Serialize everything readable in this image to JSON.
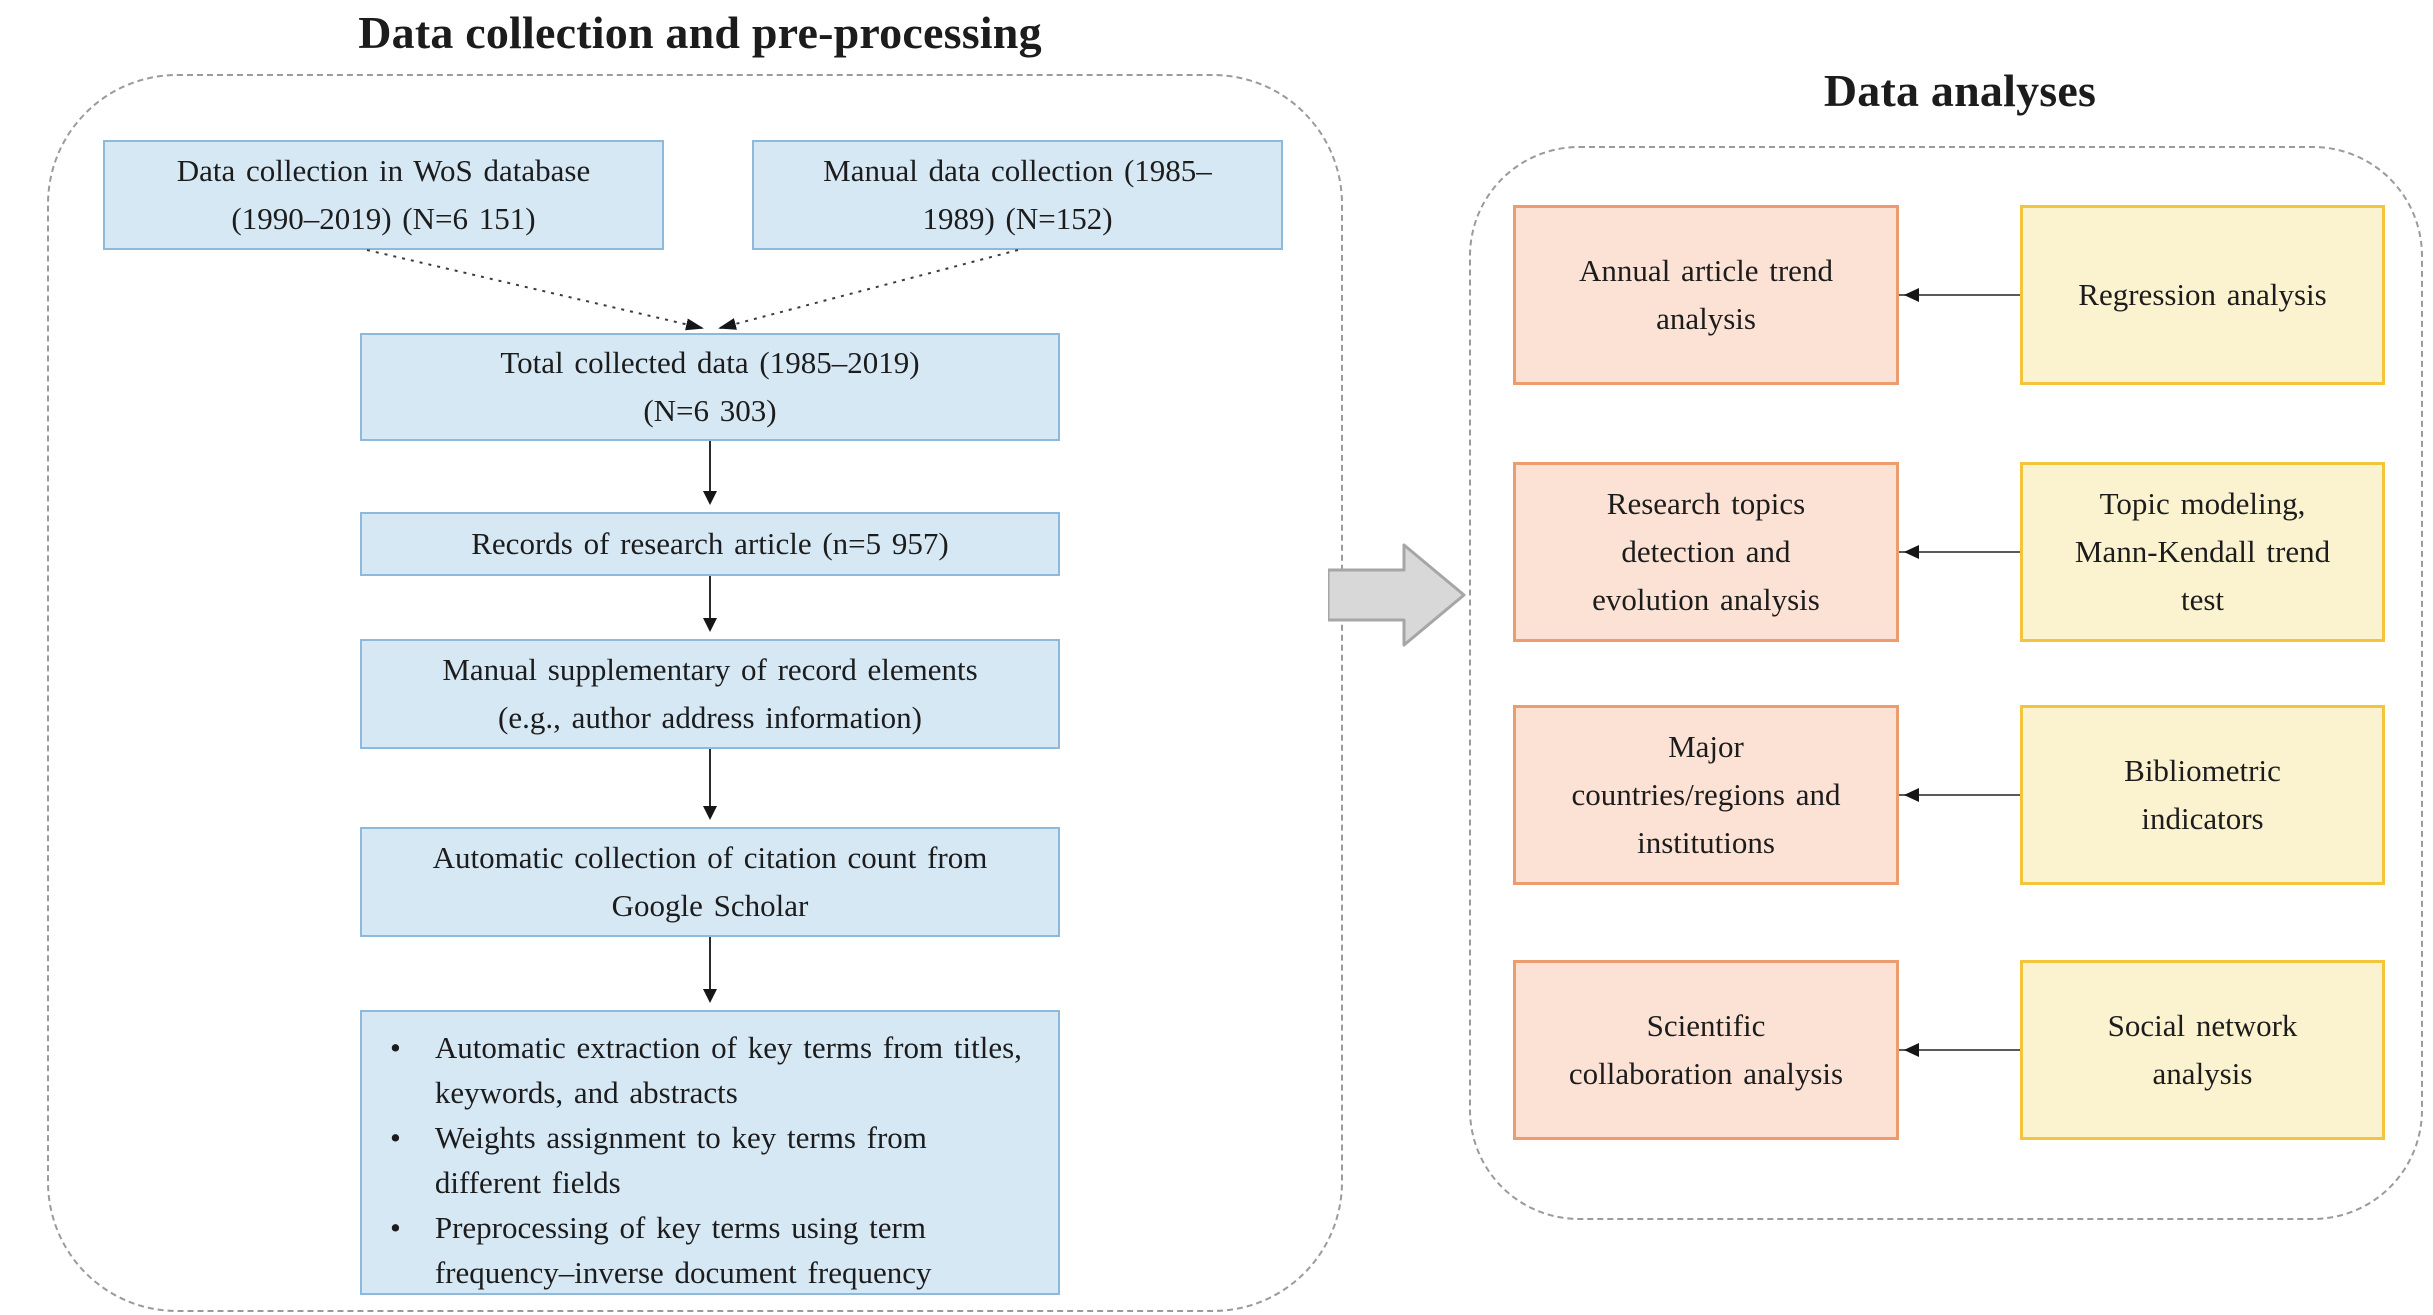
{
  "left_panel": {
    "title": "Data collection and pre-processing",
    "boxes": {
      "wos": {
        "lines": "Data collection in WoS database\n(1990–2019) (N=6 151)"
      },
      "manual": {
        "lines": "Manual data collection (1985–\n1989) (N=152)"
      },
      "total": {
        "lines": "Total collected data (1985–2019)\n(N=6 303)"
      },
      "records": {
        "lines": "Records of research article (n=5 957)"
      },
      "supplementary": {
        "lines": "Manual supplementary of record elements\n(e.g., author address information)"
      },
      "citation": {
        "lines": "Automatic collection of citation count from\nGoogle Scholar"
      },
      "key_terms": {
        "bullet_glyph": "•",
        "items": [
          "Automatic extraction of key terms from titles, keywords, and abstracts",
          "Weights assignment to key terms from different fields",
          "Preprocessing of key terms using term frequency–inverse document frequency"
        ]
      }
    }
  },
  "right_panel": {
    "title": "Data analyses",
    "rows": [
      {
        "analysis": {
          "lines": "Annual article trend\nanalysis"
        },
        "method": {
          "lines": "Regression analysis"
        }
      },
      {
        "analysis": {
          "lines": "Research topics\ndetection and\nevolution analysis"
        },
        "method": {
          "lines": "Topic modeling,\nMann-Kendall trend\ntest"
        }
      },
      {
        "analysis": {
          "lines": "Major\ncountries/regions and\ninstitutions"
        },
        "method": {
          "lines": "Bibliometric\nindicators"
        }
      },
      {
        "analysis": {
          "lines": "Scientific\ncollaboration analysis"
        },
        "method": {
          "lines": "Social network\nanalysis"
        }
      }
    ]
  },
  "colors": {
    "blue_fill": "#d7e8f5",
    "blue_border": "#8cb9dc",
    "orange_fill": "#fbe2d5",
    "orange_border": "#ed9c70",
    "yellow_fill": "#fbf2cf",
    "yellow_border": "#f2c53d",
    "container_dash": "#9b9b9b",
    "arrow_line": "#2b2b2b",
    "big_arrow_fill": "#d8d8d8",
    "big_arrow_stroke": "#a6a6a6"
  }
}
